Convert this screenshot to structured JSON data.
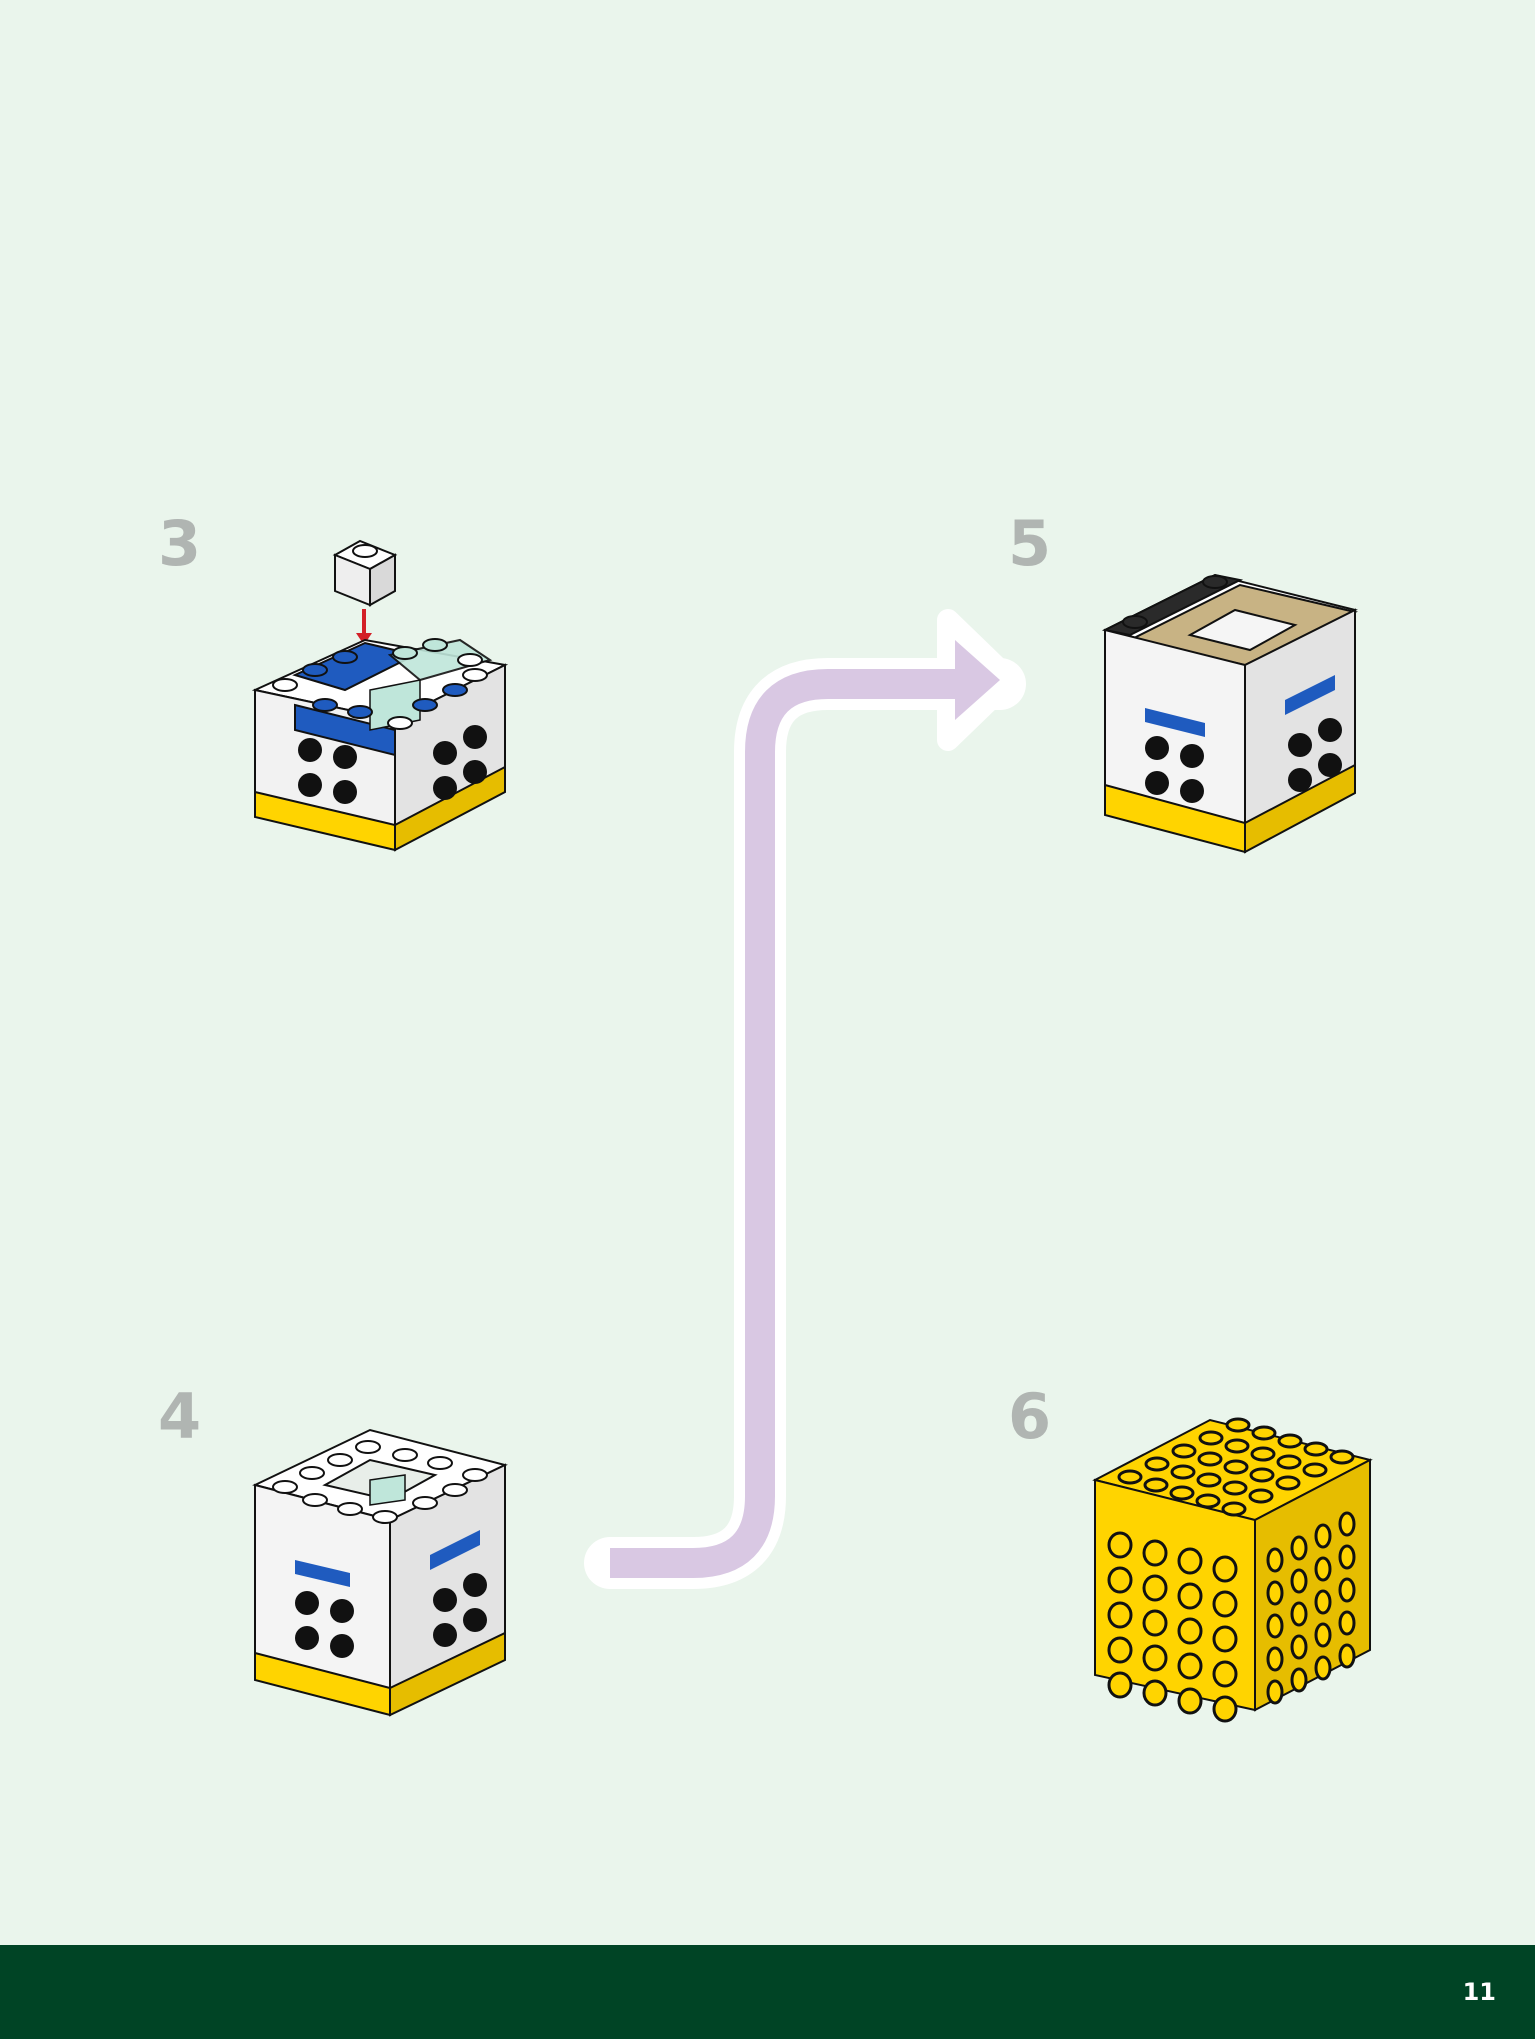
{
  "steps": [
    {
      "number": "3"
    },
    {
      "number": "4"
    },
    {
      "number": "5"
    },
    {
      "number": "6"
    }
  ],
  "footer": {
    "page_number": "11"
  },
  "colors": {
    "background": "#eaf5ec",
    "footer": "#004425",
    "arrow": "#d9c8e3",
    "brick_white": "#ffffff",
    "brick_blue": "#1f5bbf",
    "brick_yellow": "#ffd400",
    "brick_tan": "#c8b384",
    "brick_black": "#2a2a2a",
    "transparent_piece": "#bfe6da",
    "placement_arrow": "#d32027"
  },
  "icons": [
    "placement-arrow-icon",
    "flow-arrow-icon"
  ]
}
